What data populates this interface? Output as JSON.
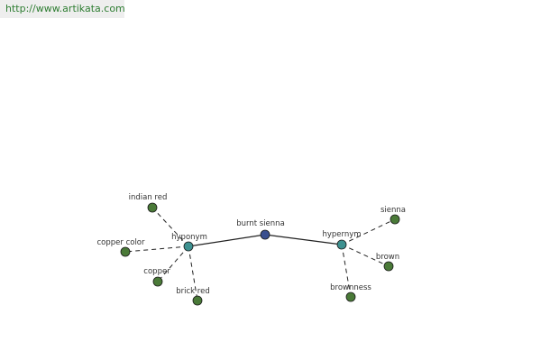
{
  "header": {
    "url": "http://www.artikata.com"
  },
  "graph": {
    "colors": {
      "center_node": "#3a4f8f",
      "relation_node": "#3d9190",
      "leaf_node": "#4a7a38",
      "edge": "#222222"
    },
    "center": {
      "label": "burnt sienna"
    },
    "relations": [
      {
        "id": "hyponym",
        "label": "hyponym",
        "children": [
          {
            "label": "indian red"
          },
          {
            "label": "copper color"
          },
          {
            "label": "copper"
          },
          {
            "label": "brick red"
          }
        ]
      },
      {
        "id": "hypernym",
        "label": "hypernym",
        "children": [
          {
            "label": "sienna"
          },
          {
            "label": "brown"
          },
          {
            "label": "brownness"
          }
        ]
      }
    ]
  }
}
